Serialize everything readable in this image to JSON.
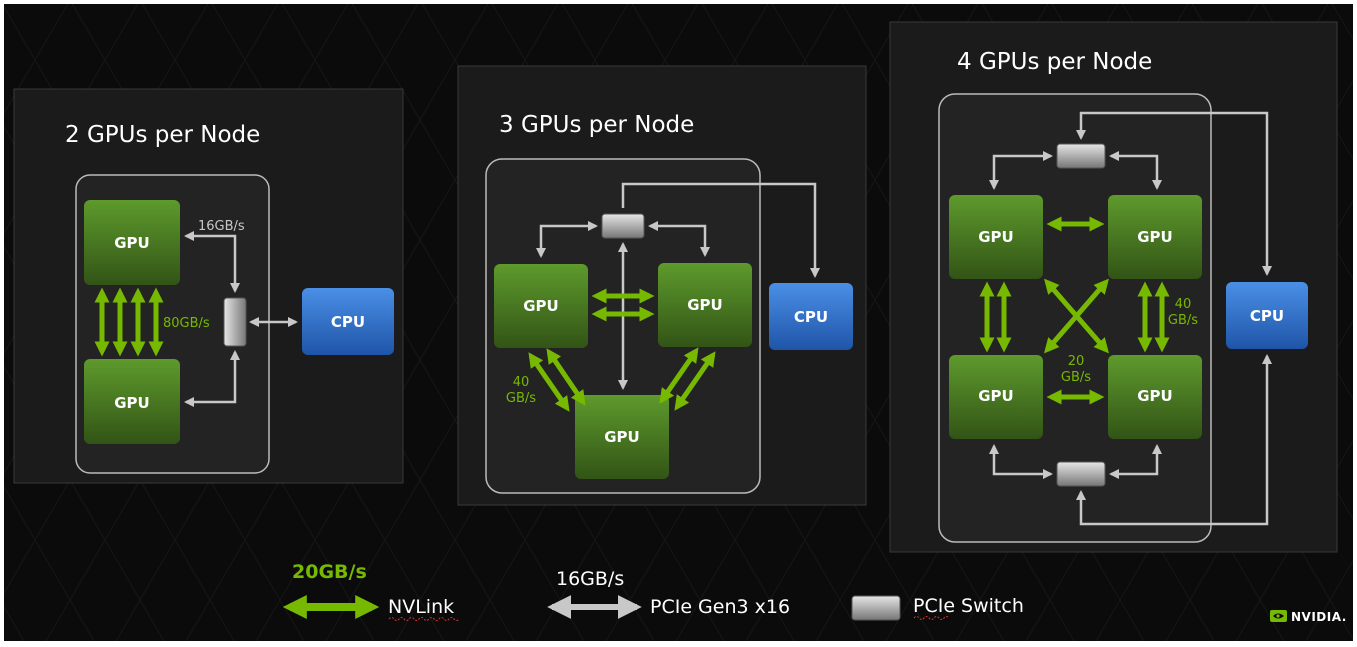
{
  "panels": {
    "two": {
      "title": "2 GPUs per Node",
      "gpu_label": "GPU",
      "cpu_label": "CPU",
      "pcie_bw": "16GB/s",
      "nvlink_bw": "80GB/s"
    },
    "three": {
      "title": "3 GPUs per Node",
      "gpu_label": "GPU",
      "cpu_label": "CPU",
      "nvlink_bw_line1": "40",
      "nvlink_bw_line2": "GB/s"
    },
    "four": {
      "title": "4 GPUs per Node",
      "gpu_label": "GPU",
      "cpu_label": "CPU",
      "side_bw_line1": "40",
      "side_bw_line2": "GB/s",
      "center_bw_line1": "20",
      "center_bw_line2": "GB/s"
    }
  },
  "legend": {
    "nvlink_bw": "20GB/s",
    "nvlink_label": "NVLink",
    "pcie_bw": "16GB/s",
    "pcie_label": "PCIe Gen3 x16",
    "switch_label": "PCIe Switch"
  },
  "brand": {
    "logo_text": "NVIDIA."
  },
  "colors": {
    "background": "#0b0b0b",
    "panel": "#1a1a1a",
    "gpu": "#4a7a20",
    "cpu": "#2f6fc4",
    "nvlink": "#76b900",
    "pcie": "#c8c8c8"
  }
}
